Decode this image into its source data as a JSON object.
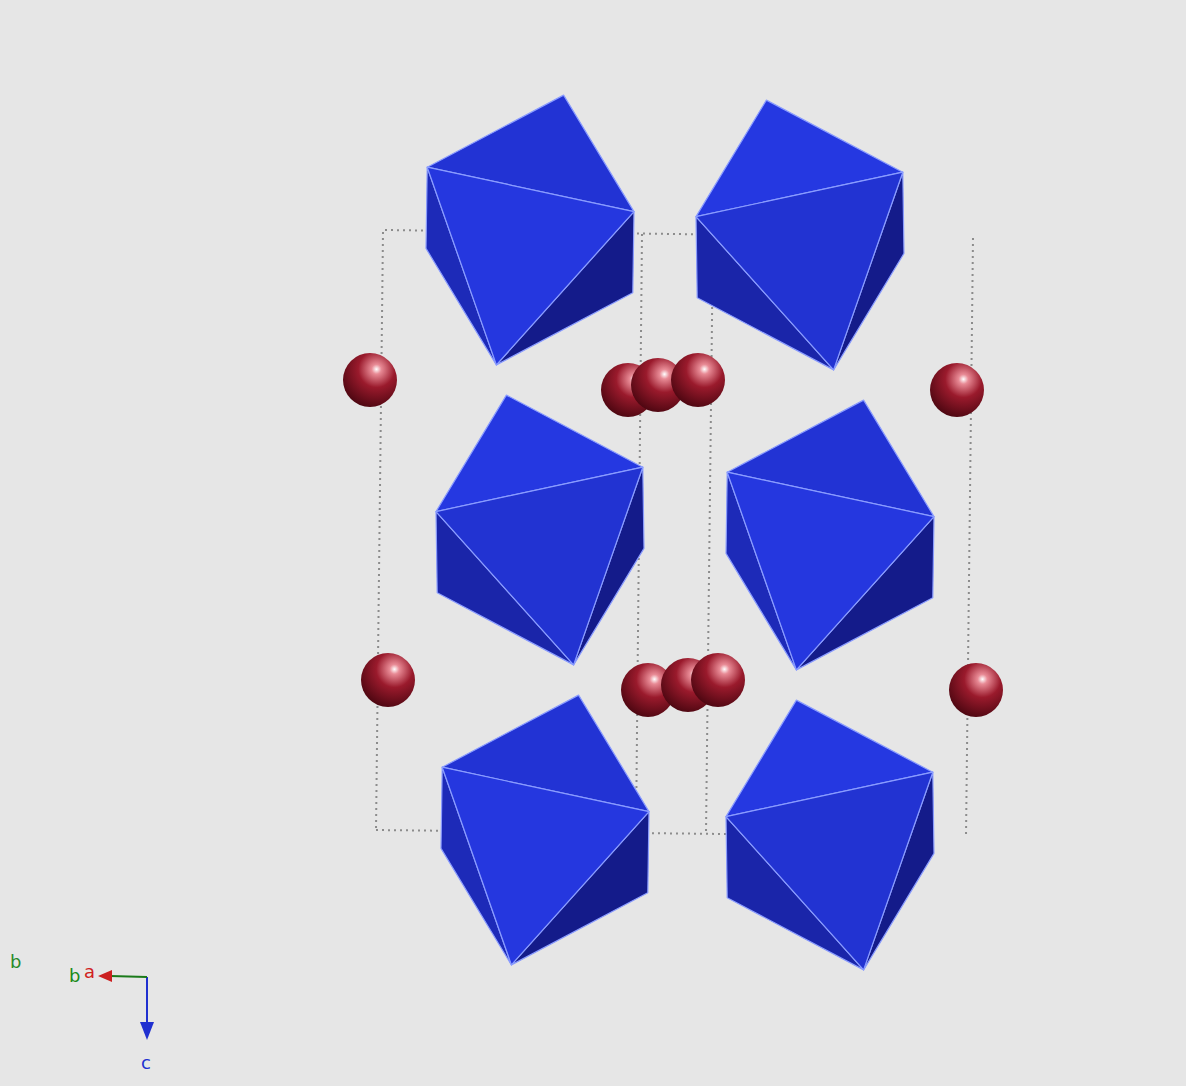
{
  "diagram": {
    "labels": [
      "b",
      "b",
      "a",
      "c"
    ]
  }
}
